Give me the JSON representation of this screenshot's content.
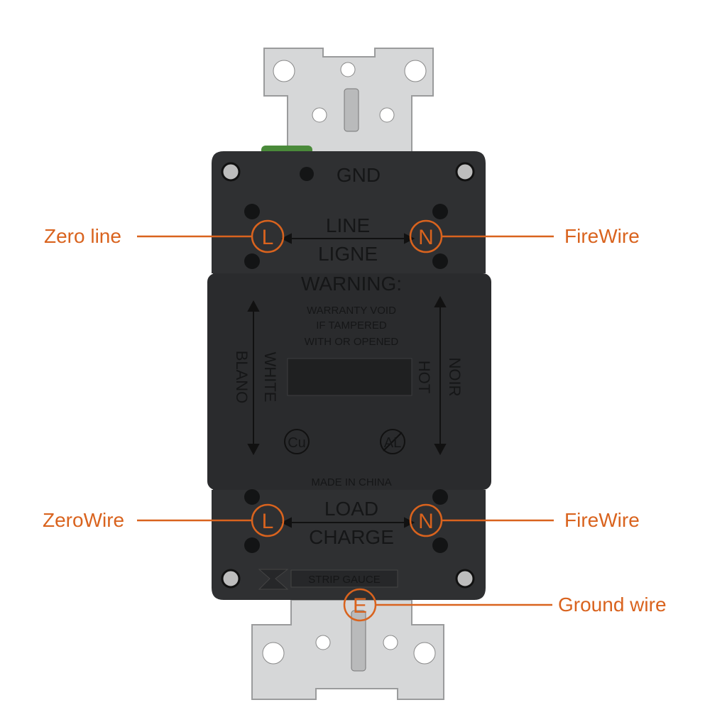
{
  "colors": {
    "accent": "#d9631e",
    "body": "#2f3032",
    "strap": "#d9dadb",
    "text_embossed": "#141516"
  },
  "device": {
    "gnd": "GND",
    "line": "LINE",
    "ligne": "LIGNE",
    "warning": "WARNING:",
    "warranty": [
      "WARRANTY VOID",
      "IF TAMPERED",
      "WITH OR OPENED"
    ],
    "white": "WHITE",
    "blano": "BLANO",
    "hot": "HOT",
    "noir": "NOIR",
    "cu": "Cu",
    "al": "AL",
    "made_in": "MADE IN CHINA",
    "load": "LOAD",
    "charge": "CHARGE",
    "strip_gauge": "STRIP GAUCE"
  },
  "annotations": {
    "top_left": {
      "label": "Zero line",
      "marker": "L"
    },
    "top_right": {
      "label": "FireWire",
      "marker": "N"
    },
    "bottom_left": {
      "label": "ZeroWire",
      "marker": "L"
    },
    "bottom_right": {
      "label": "FireWire",
      "marker": "N"
    },
    "ground": {
      "label": "Ground wire",
      "marker": "E"
    }
  }
}
